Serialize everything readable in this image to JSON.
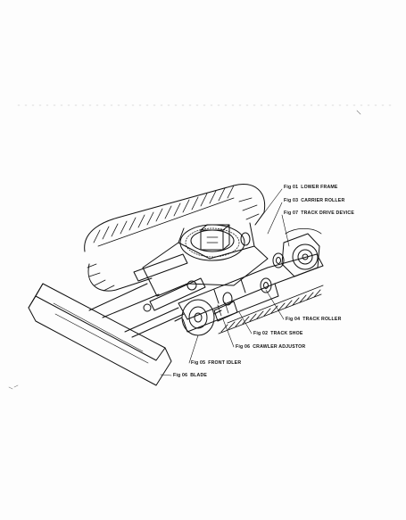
{
  "figure": {
    "callouts": [
      {
        "ref": "Fig 01",
        "text": "LOWER FRAME"
      },
      {
        "ref": "Fig 03",
        "text": "CARRIER ROLLER"
      },
      {
        "ref": "Fig 07",
        "text": "TRACK DRIVE DEVICE"
      },
      {
        "ref": "Fig 04",
        "text": "TRACK ROLLER"
      },
      {
        "ref": "Fig 02",
        "text": "TRACK SHOE"
      },
      {
        "ref": "Fig 06",
        "text": "CRAWLER ADJUSTOR"
      },
      {
        "ref": "Fig 05",
        "text": "FRONT IDLER"
      },
      {
        "ref": "Fig 06",
        "text": "BLADE"
      }
    ]
  },
  "colors": {
    "ink": "#111111",
    "paper": "#fdfdfd"
  }
}
